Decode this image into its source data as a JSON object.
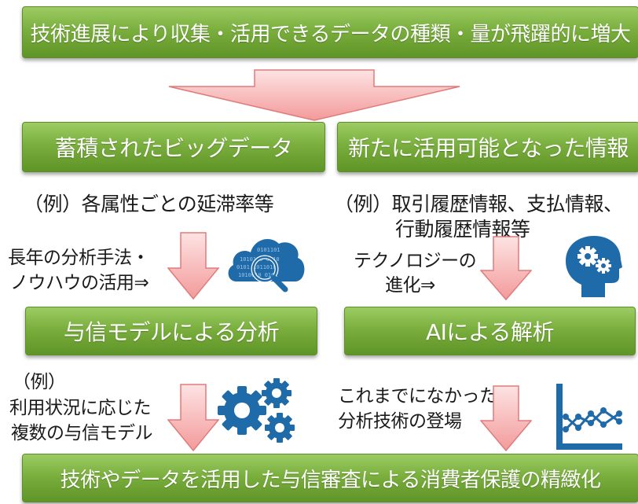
{
  "top_banner": "技術進展により収集・活用できるデータの種類・量が飛躍的に増大",
  "left": {
    "header": "蓄積されたビッグデータ",
    "example": "（例）各属性ごとの延滞率等",
    "method_line1": "長年の分析手法・",
    "method_line2": "ノウハウの活用⇒",
    "result": "与信モデルによる分析",
    "ex2_line1": "（例）",
    "ex2_line2": "利用状況に応じた",
    "ex2_line3": "複数の与信モデル",
    "icons": [
      "cloud-search-icon",
      "gears-icon"
    ]
  },
  "right": {
    "header": "新たに活用可能となった情報",
    "example_line1": "（例）取引履歴情報、支払情報、",
    "example_line2": "行動履歴情報等",
    "tech_line1": "テクノロジーの",
    "tech_line2": "進化⇒",
    "result": "AIによる解析",
    "new_line1": "これまでになかった",
    "new_line2": "分析技術の登場",
    "icons": [
      "ai-head-icon",
      "line-chart-icon"
    ]
  },
  "bottom_banner": "技術やデータを活用した与信審査による消費者保護の精緻化",
  "colors": {
    "box_green": "#7aaf3e",
    "arrow_pink": "#f6a7a7",
    "icon_blue": "#1f6aa8"
  }
}
